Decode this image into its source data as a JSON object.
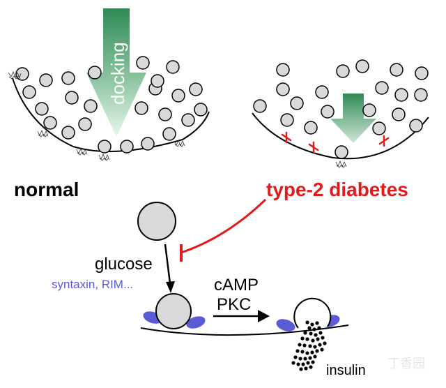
{
  "labels": {
    "docking": "docking",
    "normal": "normal",
    "diabetes": "type-2 diabetes",
    "glucose": "glucose",
    "proteins": "syntaxin, RIM...",
    "camp": "cAMP",
    "pkc": "PKC",
    "insulin": "insulin"
  },
  "colors": {
    "diabetes_red": "#e01b1b",
    "protein_blue": "#5b5bd6",
    "arrow_green": "#2f8a55",
    "vesicle_fill": "#d9d9d9"
  },
  "watermark": "丁香园"
}
